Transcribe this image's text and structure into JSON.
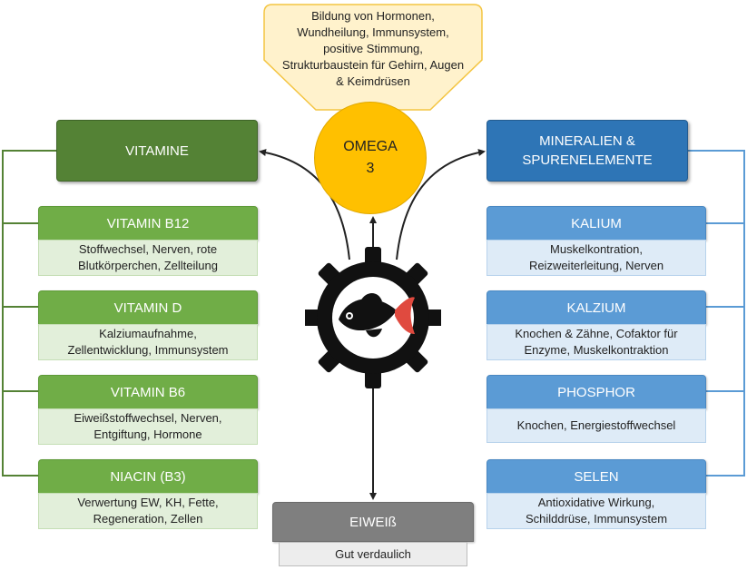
{
  "center": {
    "omega": {
      "title": "OMEGA\n3",
      "description": "Bildung von Hormonen,\nWundheilung, Immunsystem,\npositive Stimmung,\nStrukturbaustein für Gehirn, Augen\n& Keimdrüsen"
    },
    "eiweiss": {
      "title": "EIWEIß",
      "description": "Gut verdaulich"
    },
    "icon": "fish-in-gear-icon"
  },
  "vitamine": {
    "title": "VITAMINE",
    "items": [
      {
        "title": "VITAMIN B12",
        "description": "Stoffwechsel, Nerven, rote\nBlutkörperchen, Zellteilung"
      },
      {
        "title": "VITAMIN D",
        "description": "Kalziumaufnahme,\nZellentwicklung, Immunsystem"
      },
      {
        "title": "VITAMIN B6",
        "description": "Eiweißstoffwechsel, Nerven,\nEntgiftung, Hormone"
      },
      {
        "title": "NIACIN (B3)",
        "description": "Verwertung EW, KH, Fette,\nRegeneration, Zellen"
      }
    ]
  },
  "mineralien": {
    "title": "MINERALIEN &\nSPURENELEMENTE",
    "items": [
      {
        "title": "KALIUM",
        "description": "Muskelkontration,\nReizweiterleitung, Nerven"
      },
      {
        "title": "KALZIUM",
        "description": "Knochen & Zähne, Cofaktor für\nEnzyme, Muskelkontraktion"
      },
      {
        "title": "PHOSPHOR",
        "description": "Knochen, Energiestoffwechsel"
      },
      {
        "title": "SELEN",
        "description": "Antioxidative Wirkung,\nSchilddrüse, Immunsystem"
      }
    ]
  },
  "colors": {
    "vitamine_dark": "#548235",
    "vitamine_light": "#70ad47",
    "mineralien_dark": "#2e75b6",
    "mineralien_light": "#5b9bd5",
    "omega": "#ffc000",
    "eiweiss": "#7f7f7f"
  }
}
